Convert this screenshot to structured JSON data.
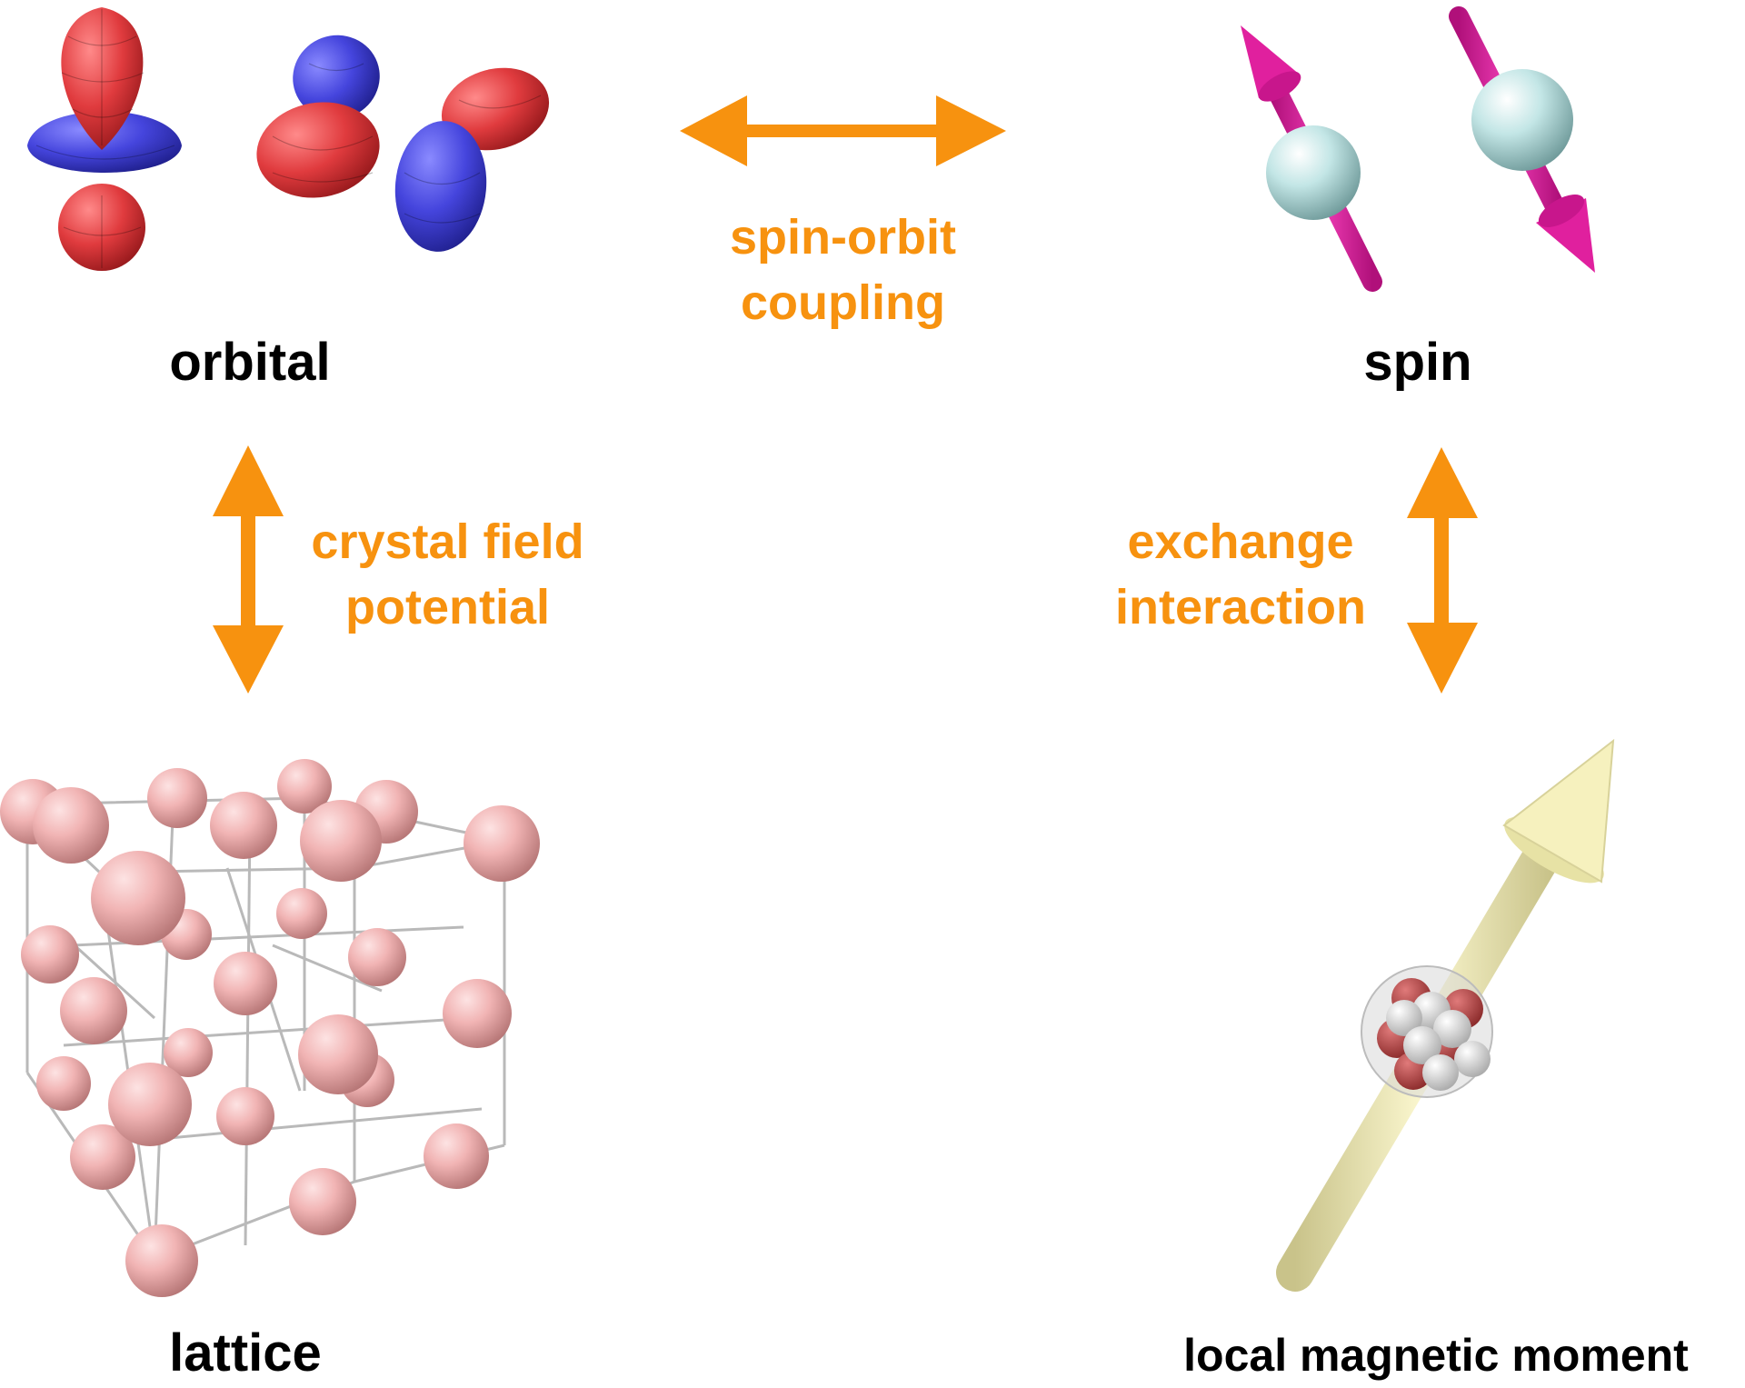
{
  "nodes": {
    "orbital": {
      "label": "orbital"
    },
    "spin": {
      "label": "spin"
    },
    "lattice": {
      "label": "lattice"
    },
    "moment": {
      "label": "local magnetic moment"
    }
  },
  "links": {
    "spin_orbit": {
      "line1": "spin-orbit",
      "line2": "coupling"
    },
    "crystal_field": {
      "line1": "crystal field",
      "line2": "potential"
    },
    "exchange": {
      "line1": "exchange",
      "line2": "interaction"
    }
  },
  "colors": {
    "accent_orange": "#f7920f",
    "orbital_red": "#d8383a",
    "orbital_blue": "#4a4ad8",
    "spin_arrow_magenta": "#e0209e",
    "spin_atom": "#bde3e3",
    "lattice_atom": "#f1b5b5",
    "moment_arrow": "#f3eeb0",
    "label_black": "#000000"
  }
}
